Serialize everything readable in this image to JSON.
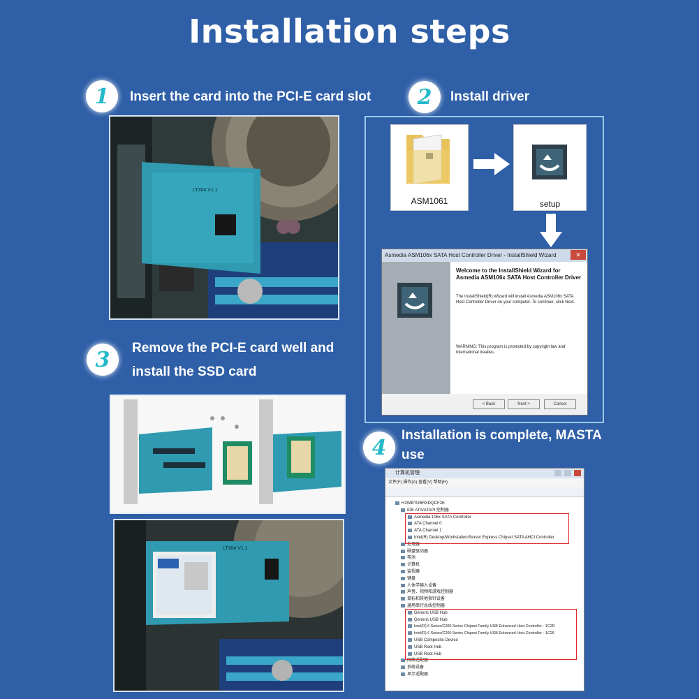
{
  "title": "Installation steps",
  "steps": [
    {
      "number": "1",
      "text": "Insert the card into the PCI-E card slot"
    },
    {
      "number": "2",
      "text": "Install driver"
    },
    {
      "number": "3",
      "text_line1": "Remove the PCI-E card well and",
      "text_line2": "install the SSD card"
    },
    {
      "number": "4",
      "text_line1": "Installation is complete, MASTA",
      "text_line2": "use"
    }
  ],
  "driver_panel": {
    "folder_label": "ASM1061",
    "setup_label": "setup",
    "wizard": {
      "window_title": "Asmedia ASM106x SATA Host Controller Driver - InstallShield Wizard",
      "heading": "Welcome to the InstallShield Wizard for Asmedia ASM106x SATA Host Controller Driver",
      "body": "The InstallShield(R) Wizard will install Asmedia ASM106x SATA Host Controller Driver on your computer. To continue, click Next.",
      "warning": "WARNING: This program is protected by copyright law and international treaties.",
      "btn_back": "< Back",
      "btn_next": "Next >",
      "btn_cancel": "Cancel"
    }
  },
  "board_silk": {
    "photo1": "LT304 V1.1",
    "photo3": "LT304 V1.1"
  },
  "device_manager": {
    "window_title": "计算机管理",
    "menu": "文件(F)   操作(A)   查看(V)   帮助(H)",
    "rows": [
      "H2WBTUBRXDQCF2E",
      "IDE ATA/ATAPI 控制器",
      "Asmedia 106x SATA Controller",
      "ATA Channel 0",
      "ATA Channel 1",
      "Intel(R) Desktop/Workstation/Server Express Chipset SATA AHCI Controller",
      "处理器",
      "磁盘驱动器",
      "电池",
      "计算机",
      "监视器",
      "键盘",
      "人体学输入设备",
      "声音、视频和游戏控制器",
      "鼠标和其他指针设备",
      "通用串行总线控制器",
      "Generic USB Hub",
      "Generic USB Hub",
      "Intel(R) 6 Series/C200 Series Chipset Family USB Enhanced Host Controller - 1C2D",
      "Intel(R) 6 Series/C200 Series Chipset Family USB Enhanced Host Controller - 1C26",
      "USB Composite Device",
      "USB Root Hub",
      "USB Root Hub",
      "网络适配器",
      "系统设备",
      "显示适配器"
    ]
  }
}
